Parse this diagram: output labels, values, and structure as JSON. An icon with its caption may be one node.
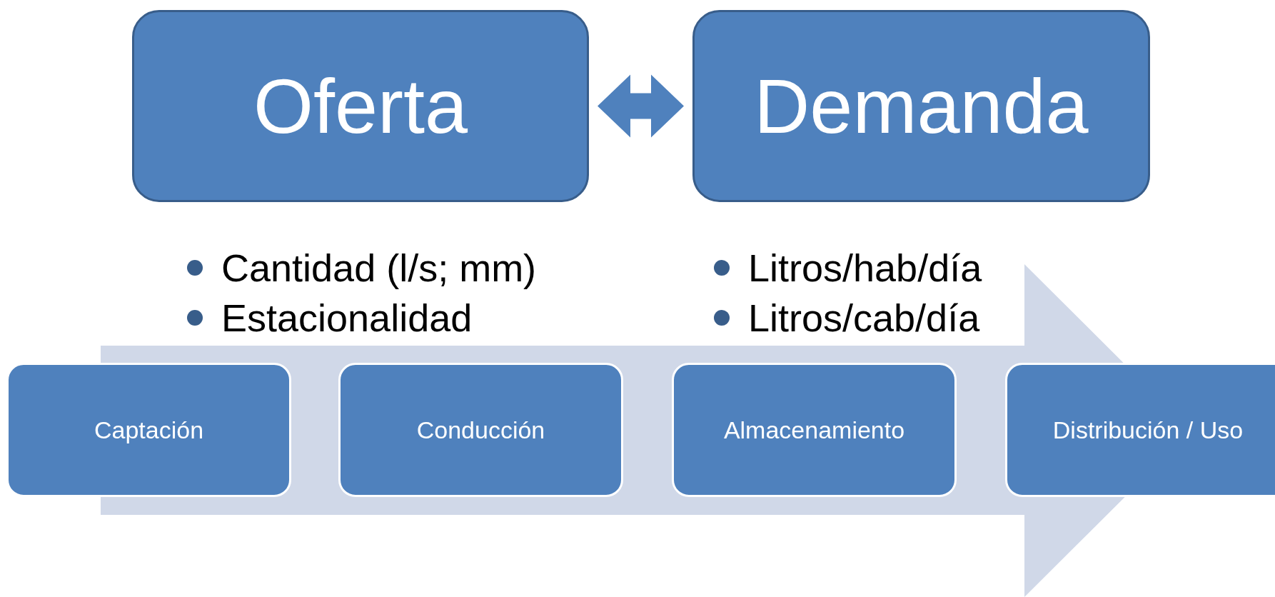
{
  "diagram": {
    "nodes": [
      {
        "text": [
          "Oferta"
        ],
        "beside": [
          "Cantidad (l/s; mm)",
          "Estacionalidad"
        ]
      },
      {
        "text": [
          "Demanda"
        ],
        "beside": [
          "Litros/hab/día",
          "Litros/cab/día"
        ]
      },
      {
        "text": [
          "Captación"
        ]
      },
      {
        "text": [
          "Conducción"
        ]
      },
      {
        "text": [
          "Almacenamiento"
        ]
      },
      {
        "text": [
          "Distribución / Uso"
        ]
      }
    ],
    "edges": [
      {
        "from": 0,
        "to": 1,
        "arrow": "both"
      }
    ]
  }
}
